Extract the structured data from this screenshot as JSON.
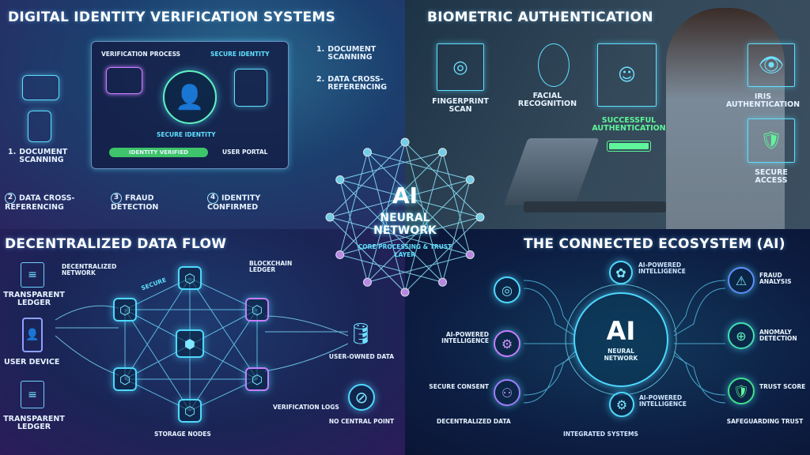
{
  "q1": {
    "title": "Digital Identity Verification Systems",
    "panel": {
      "process": "Verification Process",
      "secure_top": "Secure Identity",
      "secure_center": "Secure Identity",
      "verified": "Identity Verified",
      "portal": "User Portal"
    },
    "right_steps": [
      {
        "n": "1.",
        "text": "Document Scanning"
      },
      {
        "n": "2.",
        "text": "Data Cross-Referencing"
      }
    ],
    "left_step": {
      "n": "1.",
      "text": "Document Scanning"
    },
    "bottom_steps": [
      {
        "n": "2",
        "text": "Data Cross-Referencing"
      },
      {
        "n": "3",
        "text": "Fraud Detection"
      },
      {
        "n": "4",
        "text": "Identity Confirmed"
      }
    ]
  },
  "q2": {
    "title": "Biometric Authentication",
    "fingerprint": "Fingerprint Scan",
    "facial": "Facial Recognition",
    "success": "Successful Authentication",
    "iris": "Iris Authentication",
    "secure_access": "Secure Access",
    "auth_progress": 1.0
  },
  "hub": {
    "ai": "AI",
    "nn": "Neural Network",
    "sub": "Core Processing & Trust Layer"
  },
  "q3": {
    "title": "Decentralized Data Flow",
    "ledger_top": "Transparent Ledger",
    "device": "User Device",
    "ledger_bottom": "Transparent Ledger",
    "network": "Decentralized Network",
    "blockchain": "Blockchain Ledger",
    "logs": "Verification Logs",
    "storage": "Storage Nodes",
    "user_data": "User-Owned Data",
    "no_central": "No Central Point",
    "secure": "Secure"
  },
  "q4": {
    "title": "The Connected Ecosystem (AI)",
    "ai": "AI",
    "nn": "Neural Network",
    "top": "AI-Powered Intelligence",
    "left_mid": "AI-Powered Intelligence",
    "consent": "Secure Consent",
    "decentral": "Decentralized Data",
    "bottom": "AI-Powered Intelligence",
    "integrated": "Integrated Systems",
    "fraud": "Fraud Analysis",
    "anomaly": "Anomaly Detection",
    "trust": "Trust Score",
    "safeguard": "Safeguarding Trust"
  },
  "colors": {
    "cyan": "#5fe0ff",
    "green": "#5ff59a",
    "purple": "#c77dff"
  }
}
